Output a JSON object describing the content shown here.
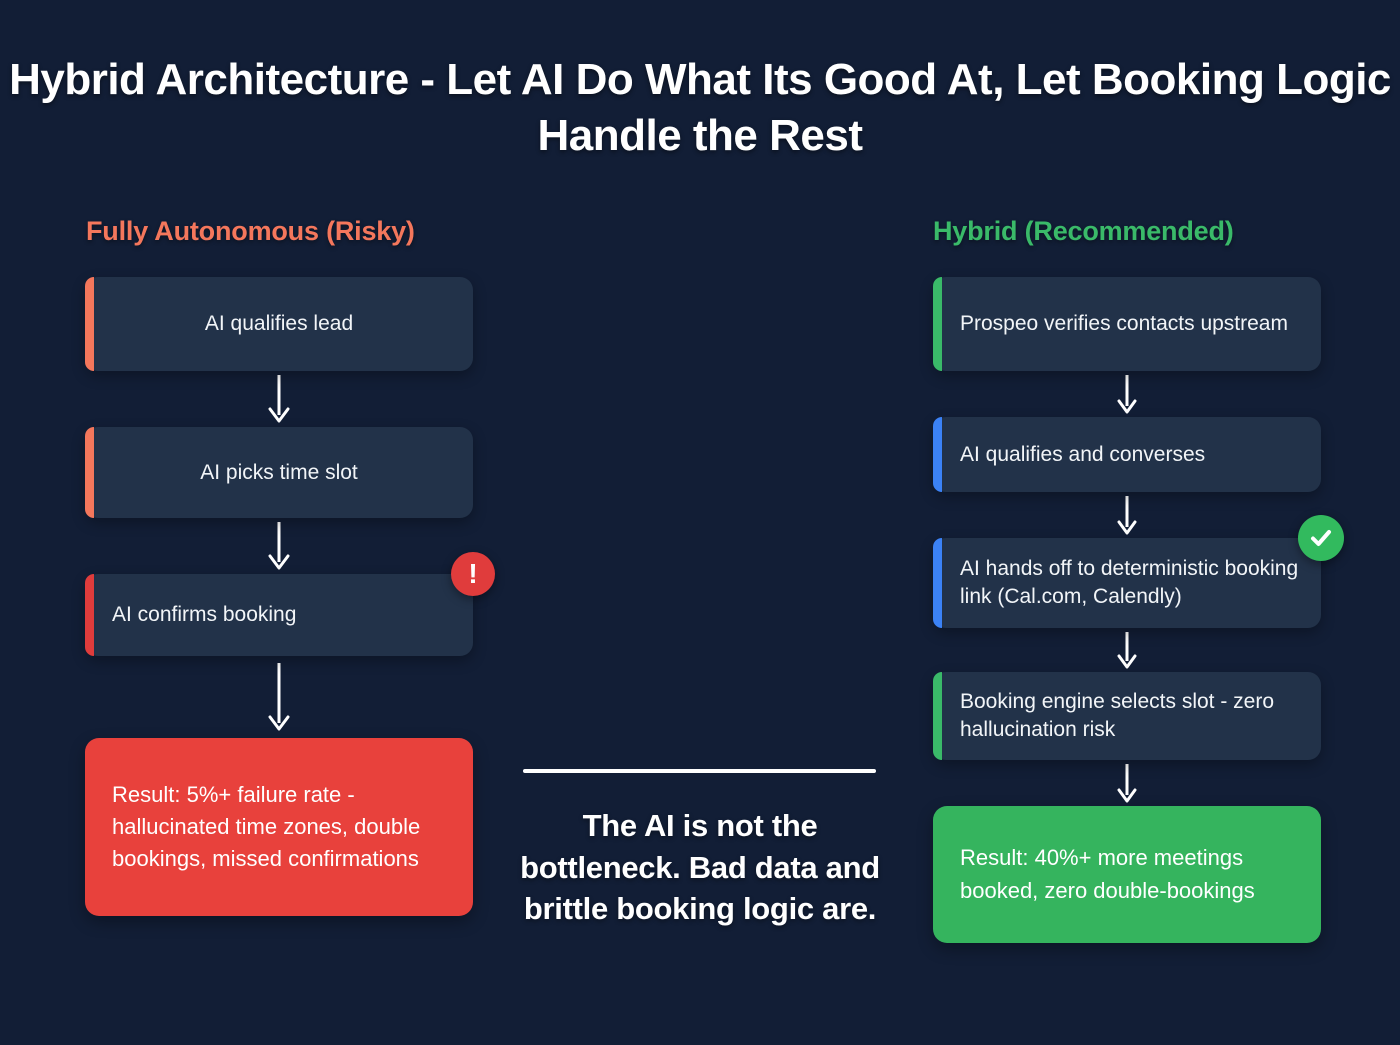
{
  "page": {
    "title": "Hybrid Architecture - Let AI Do What Its Good At, Let Booking Logic Handle the Rest",
    "background_color": "#121e36"
  },
  "colors": {
    "risky_accent": "#f4775c",
    "risky_danger": "#e03c3c",
    "recommended_accent": "#3aba69",
    "ai_step_accent": "#3b82f6",
    "result_bad": "#e8413c",
    "result_good": "#35b45e",
    "box_fill": "#223249",
    "text": "#f2f5f8"
  },
  "left_column": {
    "heading": "Fully Autonomous (Risky)",
    "steps": [
      {
        "label": "AI qualifies lead",
        "accent": "#f4775c",
        "align": "center",
        "badge": "none"
      },
      {
        "label": "AI picks time slot",
        "accent": "#f4775c",
        "align": "center",
        "badge": "none"
      },
      {
        "label": "AI confirms booking",
        "accent": "#e03c3c",
        "align": "left",
        "badge": "warning-badge"
      }
    ],
    "result": {
      "label": "Result: 5%+ failure rate - hallucinated time zones, double bookings, missed confirmations",
      "color": "#e8413c"
    }
  },
  "right_column": {
    "heading": "Hybrid (Recommended)",
    "steps": [
      {
        "label": "Prospeo verifies contacts upstream",
        "accent": "#3aba69",
        "align": "left",
        "badge": "none"
      },
      {
        "label": "AI qualifies and converses",
        "accent": "#3b82f6",
        "align": "left",
        "badge": "none"
      },
      {
        "label": "AI hands off to deterministic booking link (Cal.com, Calendly)",
        "accent": "#3b82f6",
        "align": "left",
        "badge": "check-badge"
      },
      {
        "label": "Booking engine selects slot - zero hallucination risk",
        "accent": "#3aba69",
        "align": "left",
        "badge": "none"
      }
    ],
    "result": {
      "label": "Result: 40%+ more meetings booked, zero double-bookings",
      "color": "#35b45e"
    }
  },
  "center": {
    "note": "The AI is not the bottleneck. Bad data and brittle booking logic are.",
    "divider_color": "#ffffff"
  },
  "icons": {
    "warning": "!",
    "arrow": "down-arrow-icon",
    "check": "check-icon"
  }
}
